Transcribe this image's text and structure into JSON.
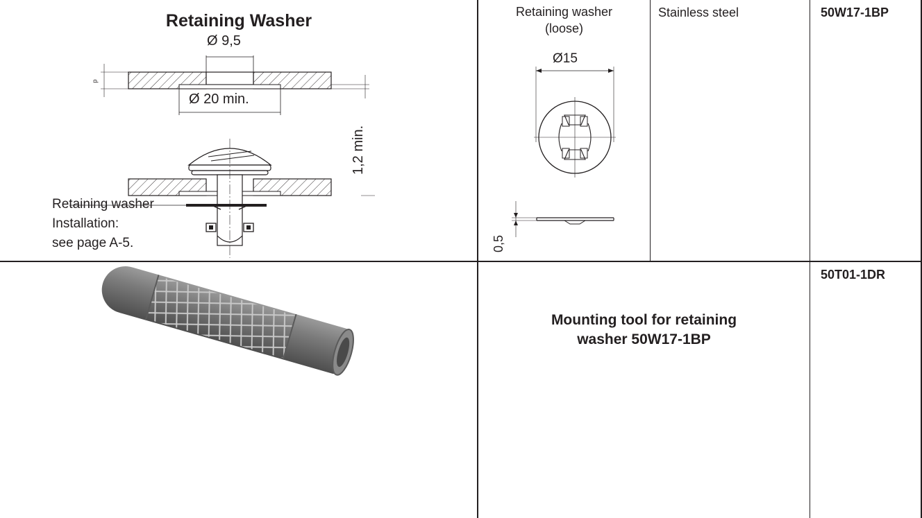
{
  "row1": {
    "title": "Retaining Washer",
    "dim_bore": "Ø 9,5",
    "dim_counterbore": "Ø 20 min.",
    "dim_clearance": "1,2 min.",
    "dim_thickness": "p",
    "note_line1": "Retaining washer",
    "note_line2": "Installation:",
    "note_line3": "see page A-5.",
    "description_line1": "Retaining washer",
    "description_line2": "(loose)",
    "dim_diameter": "Ø15",
    "dim_washer_thickness": "0,5",
    "material": "Stainless steel",
    "part_number": "50W17-1BP"
  },
  "row2": {
    "description_line1": "Mounting tool for retaining",
    "description_line2": "washer 50W17-1BP",
    "part_number": "50T01-1DR"
  }
}
